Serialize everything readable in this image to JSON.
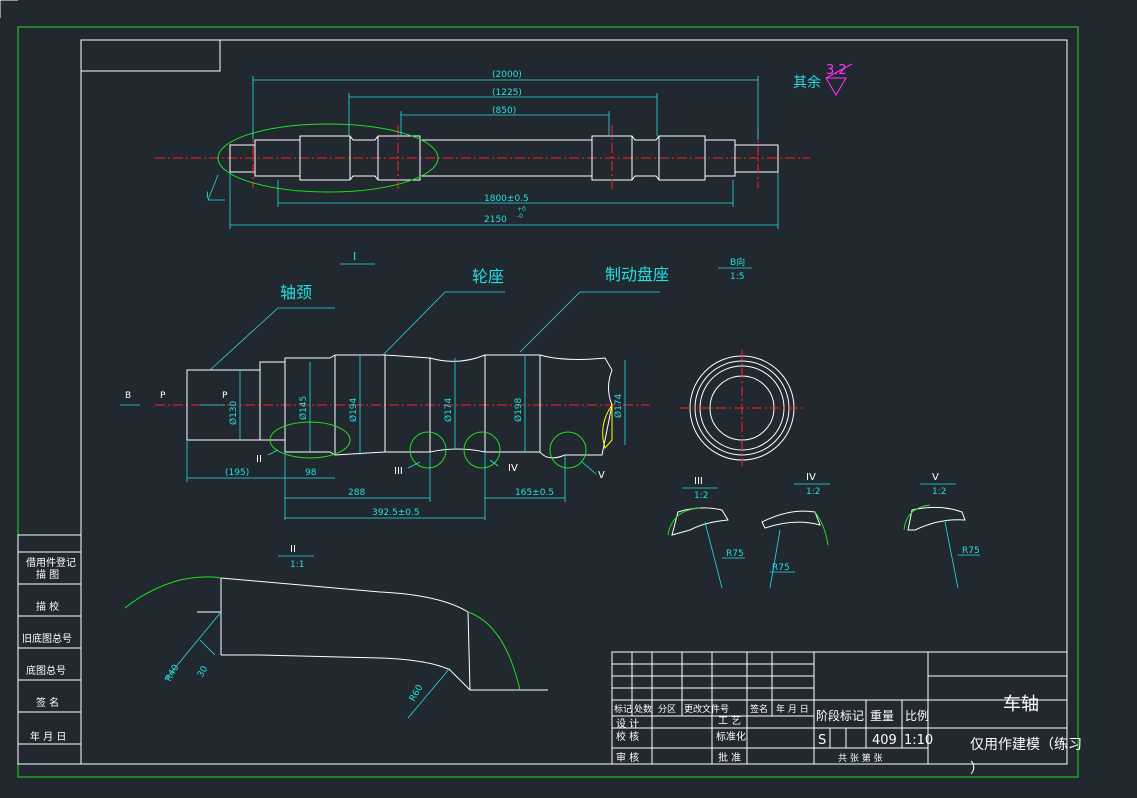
{
  "colors": {
    "background": "#212830",
    "frame": "#22dd22",
    "outline": "#ffffff",
    "dimension": "#22e0e0",
    "centerline": "#ff2020",
    "surface_mark": "#ff33ff"
  },
  "top_view": {
    "dims": [
      "(2000)",
      "(1225)",
      "(850)",
      "1800±0.5",
      "2150"
    ],
    "tolerance_marks": [
      "+0",
      "-0"
    ],
    "label_detail": "I"
  },
  "surface": {
    "prefix": "其余",
    "value": "3.2"
  },
  "detail_I": {
    "title": "I",
    "callouts": {
      "journal": "轴颈",
      "wheel_seat": "轮座",
      "brake_seat": "制动盘座"
    },
    "view_labels": [
      "B",
      "P",
      "P"
    ],
    "diameters": [
      "Ø130",
      "Ø145",
      "Ø194",
      "Ø174",
      "Ø198",
      "Ø174"
    ],
    "horizontal_dims": [
      "(195)",
      "98",
      "288",
      "165±0.5",
      "392.5±0.5"
    ],
    "circle_labels": [
      "II",
      "III",
      "IV",
      "V"
    ]
  },
  "view_B": {
    "title": "B向",
    "scale": "1:5"
  },
  "detail_III": {
    "title": "III",
    "scale": "1:2",
    "radius": "R75"
  },
  "detail_IV": {
    "title": "IV",
    "scale": "1:2",
    "radius": "R75"
  },
  "detail_V": {
    "title": "V",
    "scale": "1:2",
    "radius": "R75"
  },
  "detail_II": {
    "title": "II",
    "scale": "1:1",
    "dims": [
      "R40",
      "30",
      "R60"
    ]
  },
  "side_column": {
    "rows": [
      "借用件登记",
      "描 图",
      "描 校",
      "旧底图总号",
      "底图总号",
      "签 名",
      "年 月 日"
    ]
  },
  "title_block": {
    "header_row": [
      "标记",
      "处数",
      "分区",
      "更改文件号",
      "签名",
      "年 月 日"
    ],
    "rows": [
      "设 计",
      "校 核",
      "审 核"
    ],
    "mid_labels": [
      "工 艺",
      "标准化",
      "批 准"
    ],
    "stage": "阶段标记",
    "weight_label": "重量",
    "scale_label": "比例",
    "stage_value": "S",
    "weight_value": "409",
    "scale_value": "1:10",
    "sheets": "共 张 第 张",
    "part_name": "车轴",
    "note": "仅用作建模（练习",
    "note_tail": "）"
  }
}
